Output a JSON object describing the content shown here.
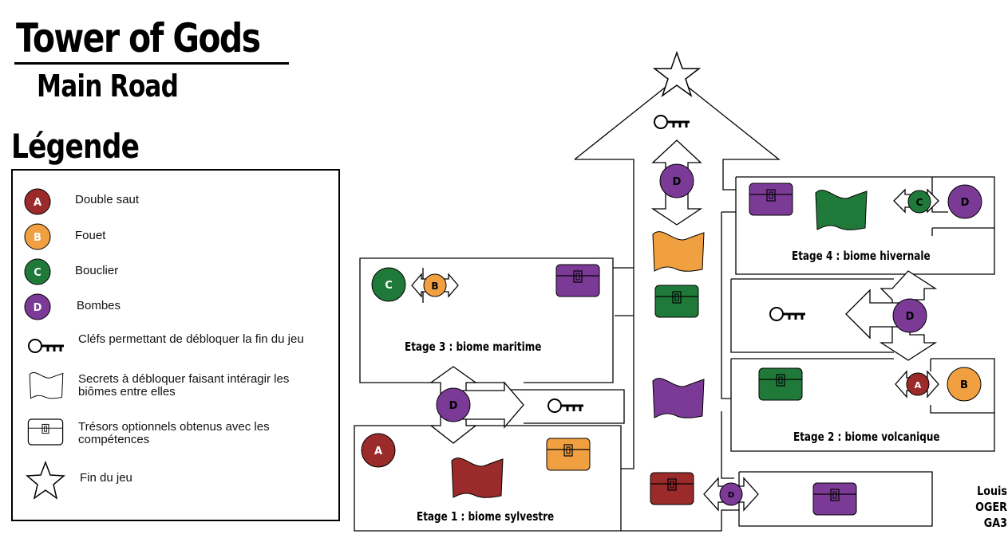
{
  "header": {
    "title": "Tower of Gods",
    "subtitle": "Main Road"
  },
  "legend": {
    "title": "Légende",
    "items": [
      {
        "badge": "A",
        "color": "#9b2a2a",
        "label": "Double saut"
      },
      {
        "badge": "B",
        "color": "#f0a040",
        "label": "Fouet"
      },
      {
        "badge": "C",
        "color": "#1f7a3a",
        "label": "Bouclier"
      },
      {
        "badge": "D",
        "color": "#7b3a96",
        "label": "Bombes"
      },
      {
        "icon": "key-icon",
        "label": "Cléfs permettant de débloquer la fin du jeu"
      },
      {
        "icon": "flag-icon",
        "label": "Secrets à débloquer faisant intéragir les biômes entre elles"
      },
      {
        "icon": "chest-icon",
        "label": "Trésors optionnels obtenus avec les compétences"
      },
      {
        "icon": "star-icon",
        "label": "Fin du jeu"
      }
    ]
  },
  "map": {
    "floors": [
      {
        "label": "Etage 1 : biome sylvestre"
      },
      {
        "label": "Etage 2 : biome volcanique"
      },
      {
        "label": "Etage 3 : biome maritime"
      },
      {
        "label": "Etage 4 : biome hivernale"
      }
    ],
    "badges": {
      "a": "A",
      "b": "B",
      "c": "C",
      "d": "D"
    }
  },
  "author": {
    "line1": "Louis",
    "line2": "OGER",
    "line3": "GA3"
  },
  "colors": {
    "red": "#9b2a2a",
    "orange": "#f0a040",
    "green": "#1f7a3a",
    "purple": "#7b3a96"
  }
}
